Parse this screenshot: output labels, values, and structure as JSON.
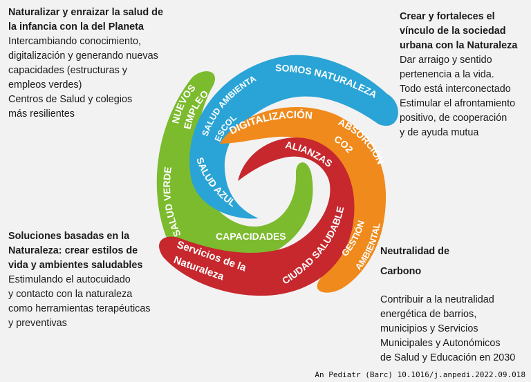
{
  "colors": {
    "background": "#f2f2f2",
    "green": "#7cbb2e",
    "blue": "#2aa3d6",
    "orange": "#f08a1c",
    "red": "#c6282e",
    "label_text": "#ffffff"
  },
  "panels": {
    "top_left": {
      "title_lines": [
        "Naturalizar y enraizar la salud de",
        "la infancia con la del Planeta"
      ],
      "body_lines": [
        "Intercambiando conocimiento,",
        "digitalización y generando nuevas",
        "capacidades (estructuras y",
        "empleos verdes)",
        "Centros de Salud y colegios",
        "más resilientes"
      ]
    },
    "top_right": {
      "title_lines": [
        "Crear y fortaleces el",
        "vínculo de la sociedad",
        "urbana con la Naturaleza"
      ],
      "body_lines": [
        "Dar arraigo y sentido",
        "pertenencia a la vida.",
        "Todo está interconectado",
        "Estimular el afrontamiento",
        "positivo, de cooperación",
        "y de ayuda mutua"
      ]
    },
    "bottom_left": {
      "title_lines": [
        "Soluciones basadas en la",
        "Naturaleza: crear estilos de",
        "vida y ambientes saludables"
      ],
      "body_lines": [
        "Estimulando el autocuidado",
        "y contacto con la naturaleza",
        "como herramientas terapéuticas",
        "y preventivas"
      ]
    },
    "bottom_right": {
      "title_lines": [
        "Neutralidad de",
        "Carbono"
      ],
      "body_lines": [
        "Contribuir a la neutralidad",
        "energética de barrios,",
        "municipios y Servicios",
        "Municipales y Autonómicos",
        "de Salud y Educación en 2030"
      ]
    }
  },
  "spiral_labels": {
    "nuevos": "NUEVOS",
    "empleos": "EMPLEOS",
    "salud_verde": "SALUD VERDE",
    "salud_ambiental": "SALUD AMBIENTAL",
    "escolar": "ESCOLAR",
    "somos_naturaleza": "SOMOS NATURALEZA",
    "digitalizacion": "DIGITALIZACIÓN",
    "salud_azul": "SALUD AZUL",
    "absorcion": "ABSORCIÓN",
    "co2": "CO2",
    "alianzas": "ALIANZAS",
    "ciudad_saludable": "CIUDAD SALUDABLE",
    "capacidades": "CAPACIDADES",
    "gestion": "GESTIÓN",
    "ambiental": "AMBIENTAL",
    "servicios_de_la": "Servicios de la",
    "naturaleza": "Naturaleza"
  },
  "citation": "An Pediatr (Barc) 10.1016/j.anpedi.2022.09.018"
}
